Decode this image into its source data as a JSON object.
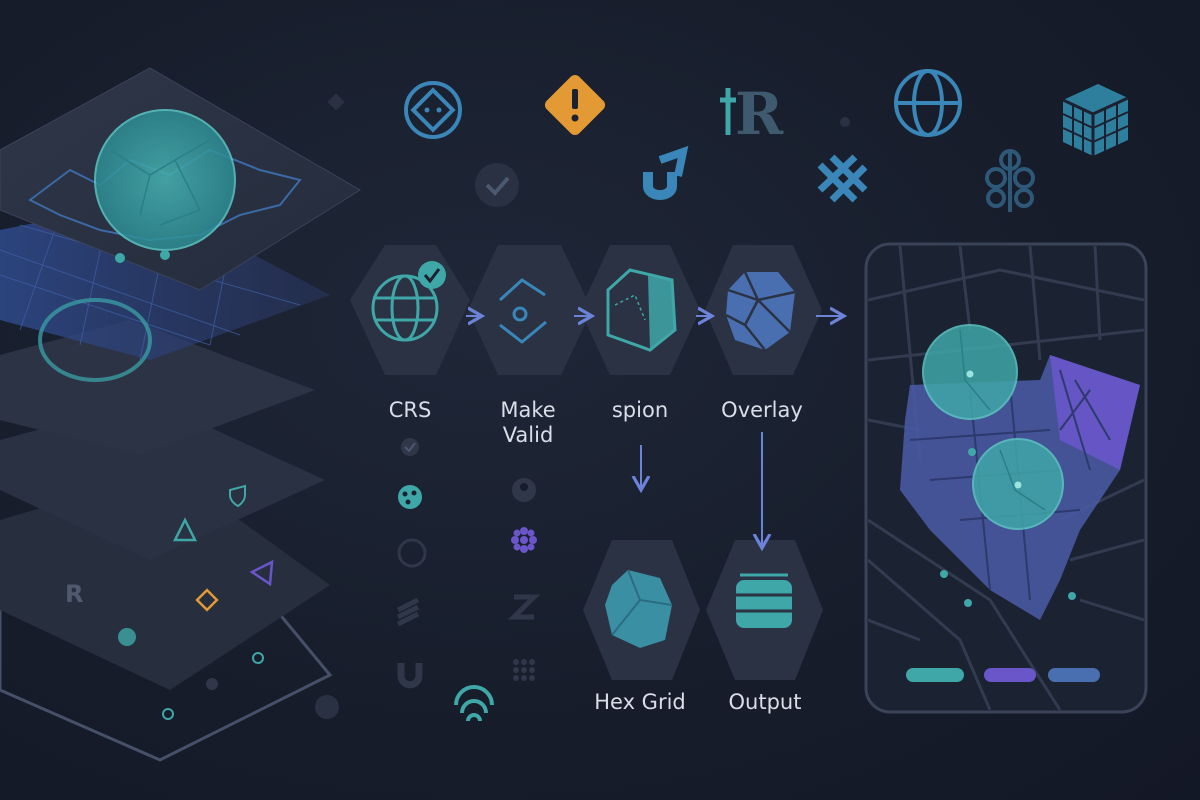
{
  "colors": {
    "background": "#171d2b",
    "teal": "#3fa7a8",
    "blue": "#4a6fb0",
    "purple": "#6a55c9",
    "orange": "#e39a35",
    "panel": "#2a3244",
    "arrow": "#6c83d9"
  },
  "icons": {
    "top_row": [
      "diamond-target-icon",
      "warning-icon",
      "r-logo-icon",
      "globe-icon",
      "cube-grid-icon",
      "check-circle-icon",
      "magnet-icon",
      "grid-weave-icon",
      "tree-icon"
    ],
    "column_left": [
      "check-icon",
      "palette-icon",
      "face-icon",
      "stack-icon",
      "magnet-icon"
    ],
    "column_right": [
      "user-icon",
      "flower-icon",
      "zigzag-icon",
      "dots-grid-icon"
    ],
    "layer_stack": [
      "shield-icon",
      "triangle-icon",
      "r-icon",
      "diamond-icon",
      "play-icon",
      "tree-icon"
    ]
  },
  "pipeline": {
    "steps": [
      {
        "label": "CRS",
        "icon": "globe-check-icon"
      },
      {
        "label": "Make\nValid",
        "icon": "repair-shape-icon"
      },
      {
        "label": "spion",
        "icon": "split-polygon-icon"
      },
      {
        "label": "Overlay",
        "icon": "overlay-cells-icon"
      }
    ],
    "outputs": [
      {
        "label": "Hex Grid",
        "icon": "hex-cell-icon"
      },
      {
        "label": "Output",
        "icon": "database-icon"
      }
    ]
  },
  "map_panel": {
    "legend_swatches": [
      "#3fa7a8",
      "#6a55c9",
      "#4a6fb0"
    ]
  }
}
